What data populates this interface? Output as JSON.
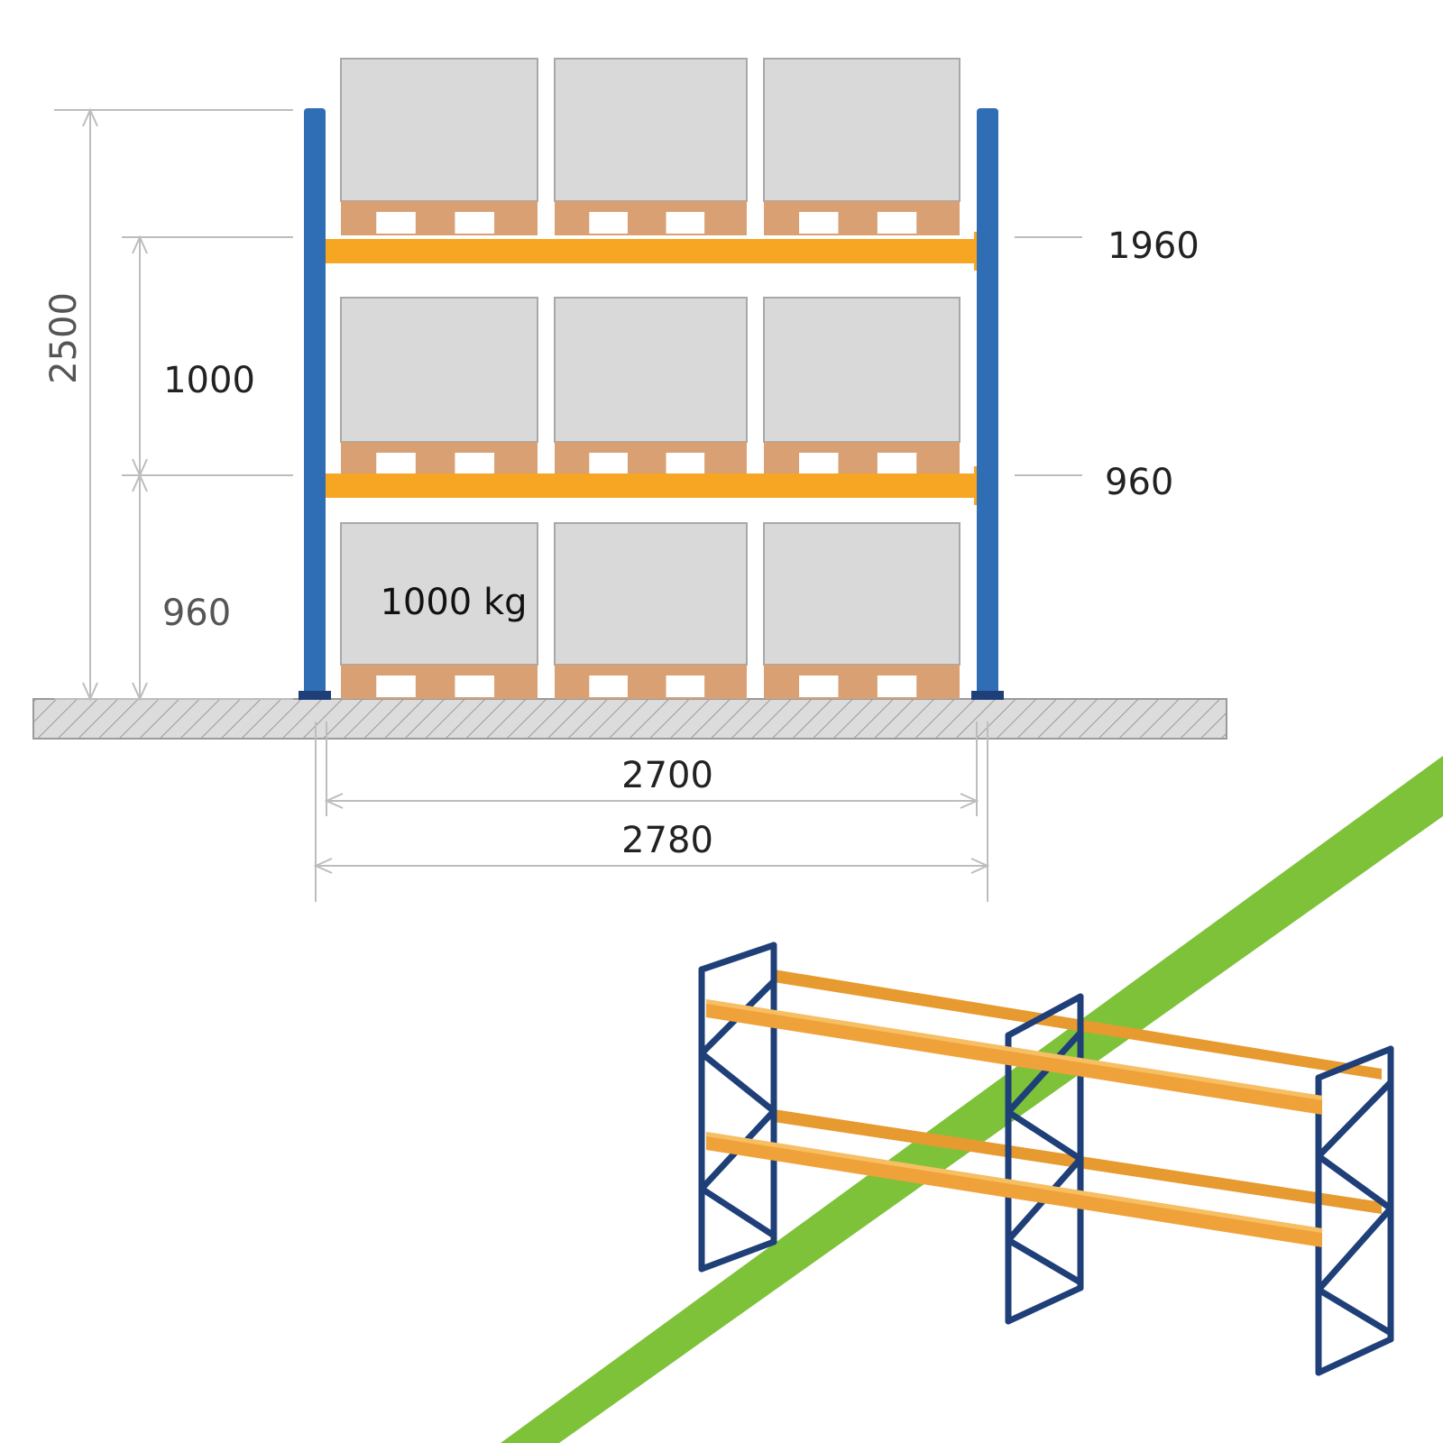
{
  "dimensions": {
    "total_height": "2500",
    "level_spacing": "1000",
    "first_level_height": "960",
    "beam_level_upper": "1960",
    "beam_level_lower": "960",
    "clear_width": "2700",
    "overall_width": "2780"
  },
  "load_label": "1000 kg",
  "colors": {
    "upright": "#2f6db5",
    "upright_dark": "#1f3f78",
    "beam": "#f6a623",
    "beam_3d": "#f0a23a",
    "pallet_box": "#d9d9d9",
    "pallet_wood": "#d9a074",
    "floor": "#dcdcdc",
    "dim_line": "#bdbdbd",
    "accent_green": "#7ec23a"
  }
}
